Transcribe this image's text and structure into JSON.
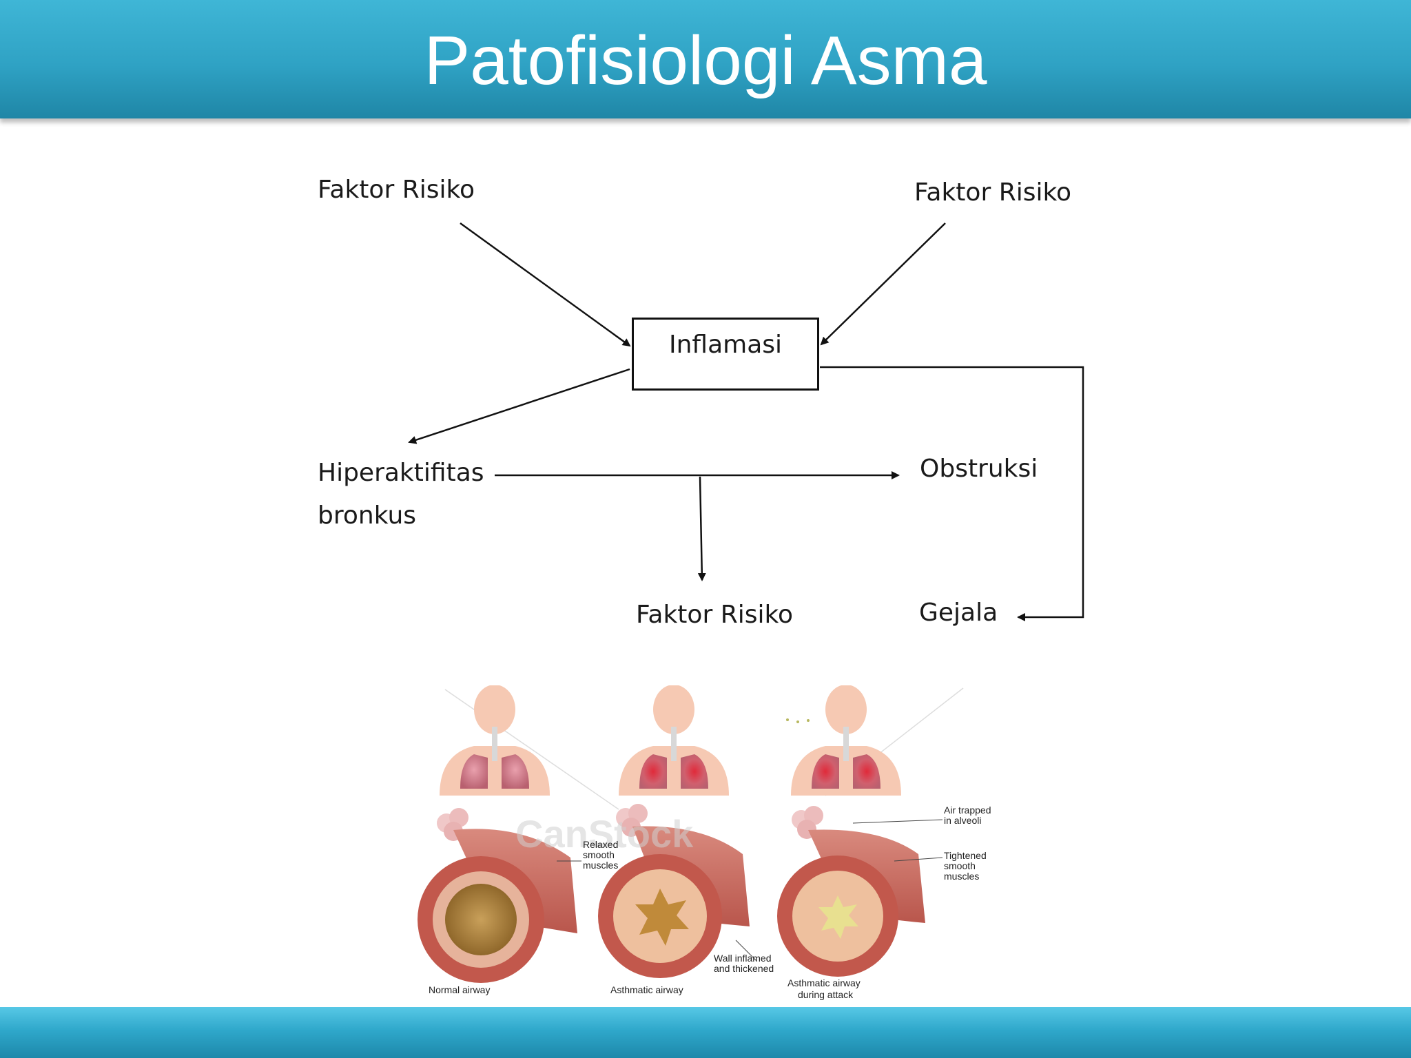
{
  "slide": {
    "title": "Patofisiologi Asma"
  },
  "diagram": {
    "risk_top_left": "Faktor Risiko",
    "risk_top_right": "Faktor Risiko",
    "inflammation": "Inflamasi",
    "hyperactivity_line1": "Hiperaktifitas",
    "hyperactivity_line2": "bronkus",
    "obstruction": "Obstruksi",
    "risk_bottom": "Faktor Risiko",
    "symptoms": "Gejala"
  },
  "illustration": {
    "watermark": "CanStock",
    "captions": {
      "normal": "Normal airway",
      "asthmatic": "Asthmatic airway",
      "attack_line1": "Asthmatic airway",
      "attack_line2": "during attack"
    },
    "labels": {
      "relaxed_1": "Relaxed",
      "relaxed_2": "smooth",
      "relaxed_3": "muscles",
      "wall_1": "Wall inflamed",
      "wall_2": "and thickened",
      "air_1": "Air trapped",
      "air_2": "in alveoli",
      "tight_1": "Tightened",
      "tight_2": "smooth",
      "tight_3": "muscles"
    }
  }
}
